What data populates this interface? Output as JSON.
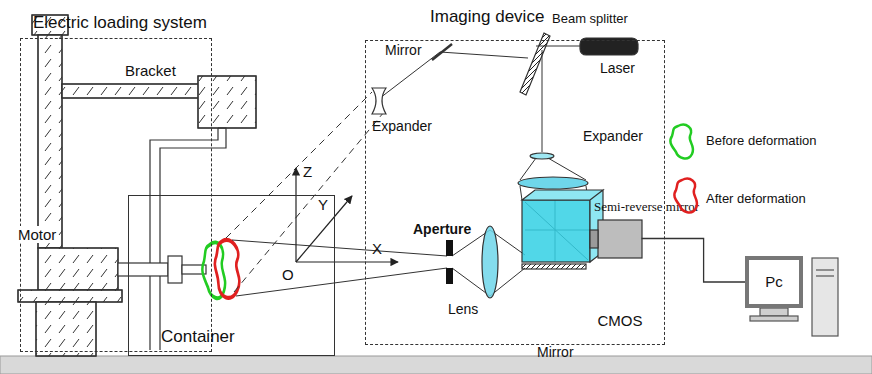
{
  "diagram": {
    "nodes": [
      {
        "text": [
          "Electric loading system"
        ]
      },
      {
        "text": [
          "Imaging device"
        ]
      },
      {
        "text": [
          "CMOS"
        ],
        "in": 1
      },
      {
        "text": [
          "Container"
        ]
      },
      {
        "text": [
          "Pc"
        ]
      }
    ],
    "edges": [
      {
        "from": 2,
        "to": 4,
        "arrow": "none"
      }
    ],
    "labels": [
      "Bracket",
      "Motor",
      "Mirror",
      "Beam splitter",
      "Laser",
      "Expander",
      "Expander",
      "Aperture",
      "Lens",
      "Semi-reverse mirror",
      "Mirror",
      "Z",
      "Y",
      "X",
      "O"
    ],
    "legend": [
      {
        "text": "Before deformation"
      },
      {
        "text": "After deformation"
      }
    ]
  }
}
